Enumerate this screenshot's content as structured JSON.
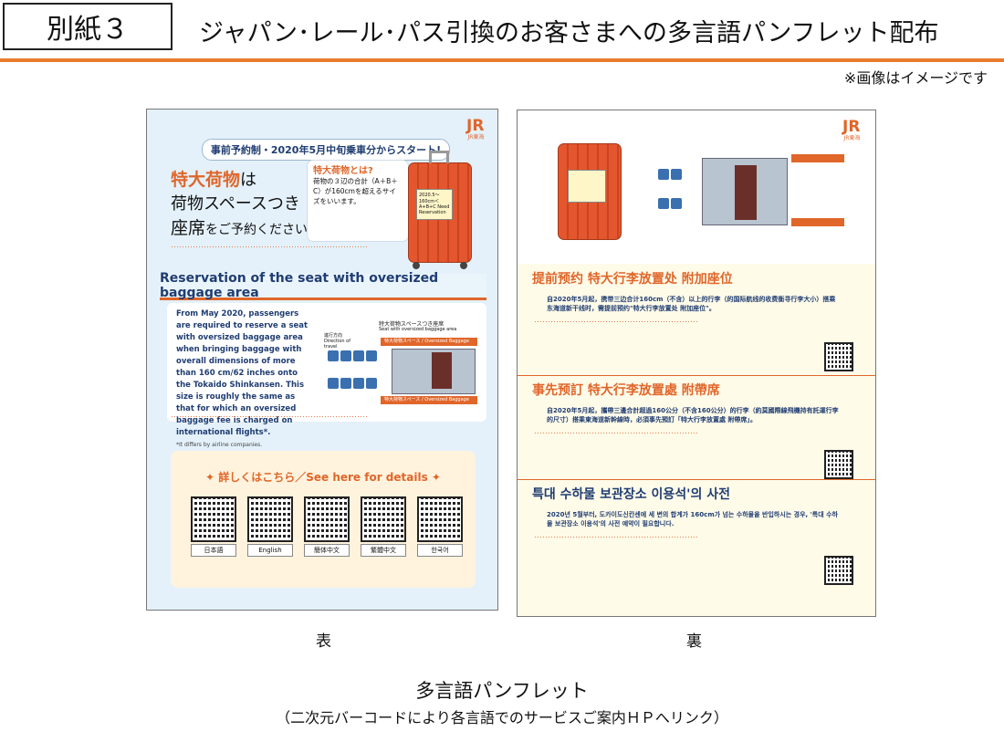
{
  "header": {
    "badge": "別紙３",
    "title": "ジャパン･レール･パス引換のお客さまへの多言語パンフレット配布",
    "note": "※画像はイメージです",
    "accent_color": "#e87c2e"
  },
  "front": {
    "logo": "JR",
    "logo_sub": "JR東海",
    "banner": "事前予約制・2020年5月中旬乗車分からスタート!",
    "headline_part1": "特大荷物",
    "headline_part2": "は",
    "headline_line2": "荷物スペースつき",
    "headline_line3a": "座席",
    "headline_line3b": "をご予約ください。",
    "callout_title": "特大荷物とは?",
    "callout_text": "荷物の３辺の合計（A＋B＋C）が160cmを超えるサイズをいいます。",
    "tag_text": "2020.5～ 160cm＜A+B+C Need Reservation",
    "english_title": "Reservation of the seat with oversized baggage area",
    "english_body": "From May 2020, passengers are required to reserve a seat with oversized baggage area when bringing baggage with overall dimensions of more than 160 cm/62 inches onto the Tokaido Shinkansen. This size is roughly the same as that for which an oversized baggage fee is charged on international flights*.",
    "english_foot": "*It differs by airline companies.",
    "diagram_title": "特大荷物スペースつき座席",
    "diagram_sub": "Seat with oversized baggage area",
    "direction": "進行方向 Direction of travel",
    "bar_label": "特大荷物スペース / Oversized Baggage Area",
    "details_title": "詳しくはこちら／See here for details",
    "languages": [
      "日本語",
      "English",
      "簡体中文",
      "繁體中文",
      "한국어"
    ]
  },
  "back": {
    "logo": "JR",
    "logo_sub": "JR東海",
    "sec1_title": "提前预约 特大行李放置处 附加座位",
    "sec1_body": "自2020年5月起，携带三边合计160cm（不含）以上的行李（的国际航线的收费衡寻行李大小）搭乘东海道新干线时，需提前预约\"特大行李放置处 附加座位\"。",
    "sec2_title": "事先预訂 特大行李放置處 附帶席",
    "sec2_body": "自2020年5月起，攜帶三邊合計超過160公分（不含160公分）的行李（約莫國際線飛機持有託運行李的尺寸）搭乘東海道新幹線時，必須事先預訂「特大行李放置處 附帶席」。",
    "sec3_title": "특대 수하물 보관장소 이용석'의 사전",
    "sec3_body": "2020년 5월부터, 도카이도신칸센에 세 변의 합계가 160cm가 넘는 수하물을 반입하시는 경우, '특대 수하물 보관장소 이용석'의 사전 예약이 필요합니다."
  },
  "captions": {
    "front": "表",
    "back": "裏"
  },
  "footer": {
    "title": "多言語パンフレット",
    "subtitle": "（二次元バーコードにより各言語でのサービスご案内ＨＰへリンク）"
  }
}
